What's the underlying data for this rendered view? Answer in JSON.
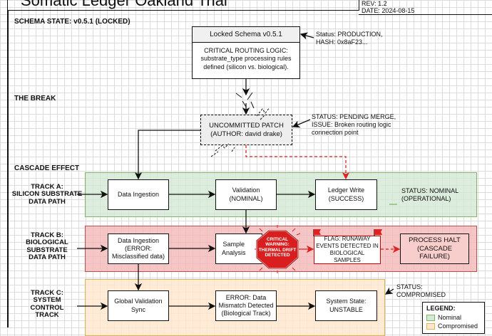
{
  "header": {
    "title": "Somatic Ledger Oakland Trial",
    "rev": "REV: 1.2",
    "date": "DATE: 2024-08-15"
  },
  "sections": {
    "schema_state": "SCHEMA STATE: v0.5.1 (LOCKED)",
    "the_break": "THE BREAK",
    "cascade": "CASCADE EFFECT"
  },
  "schema": {
    "title": "Locked Schema v0.5.1",
    "body": "CRITICAL ROUTING LOGIC: substrate_type processing rules defined (silicon vs. biological).",
    "status": "Status: PRODUCTION,\nHASH: 0x8aF23..."
  },
  "patch": {
    "label": "UNCOMMITTED PATCH\n(AUTHOR: david drake)",
    "status": "STATUS: PENDING MERGE,\nISSUE: Broken routing logic\nconnection point"
  },
  "tracks": {
    "a": {
      "label": "TRACK A:\nSILICON SUBSTRATE\nDATA PATH",
      "boxes": [
        "Data Ingestion",
        "Validation\n(NOMINAL)",
        "Ledger Write\n(SUCCESS)"
      ],
      "status": "STATUS: NOMINAL\n(OPERATIONAL)"
    },
    "b": {
      "label": "TRACK B:\nBIOLOGICAL\nSUBSTRATE\nDATA PATH",
      "boxes": [
        "Data Ingestion\n(ERROR:\nMisclassified data)",
        "Sample\nAnalysis"
      ],
      "warning": "CRITICAL\nWARNING:\nTHERMAL DRIFT\nDETECTED",
      "flag": "FLAG: RUNAWAY\nEVENTS DETECTED IN\nBIOLOGICAL SAMPLES",
      "halt": "PROCESS HALT\n(CASCADE FAILURE)"
    },
    "c": {
      "label": "TRACK C:\nSYSTEM\nCONTROL\nTRACK",
      "boxes": [
        "Global Validation\nSync",
        "ERROR: Data\nMismatch Detected\n(Biological Track)",
        "System State:\nUNSTABLE"
      ],
      "status": "STATUS:\nCOMPROMISED"
    }
  },
  "legend": {
    "title": "LEGEND:",
    "items": [
      {
        "label": "Nominal",
        "color": "#d5e8d4"
      },
      {
        "label": "Compromised",
        "color": "#ffe6cc"
      }
    ]
  },
  "colors": {
    "nominal": "#d5e8d4",
    "failure": "#f8cecc",
    "compromised": "#ffe6cc",
    "alert": "#e02020"
  }
}
